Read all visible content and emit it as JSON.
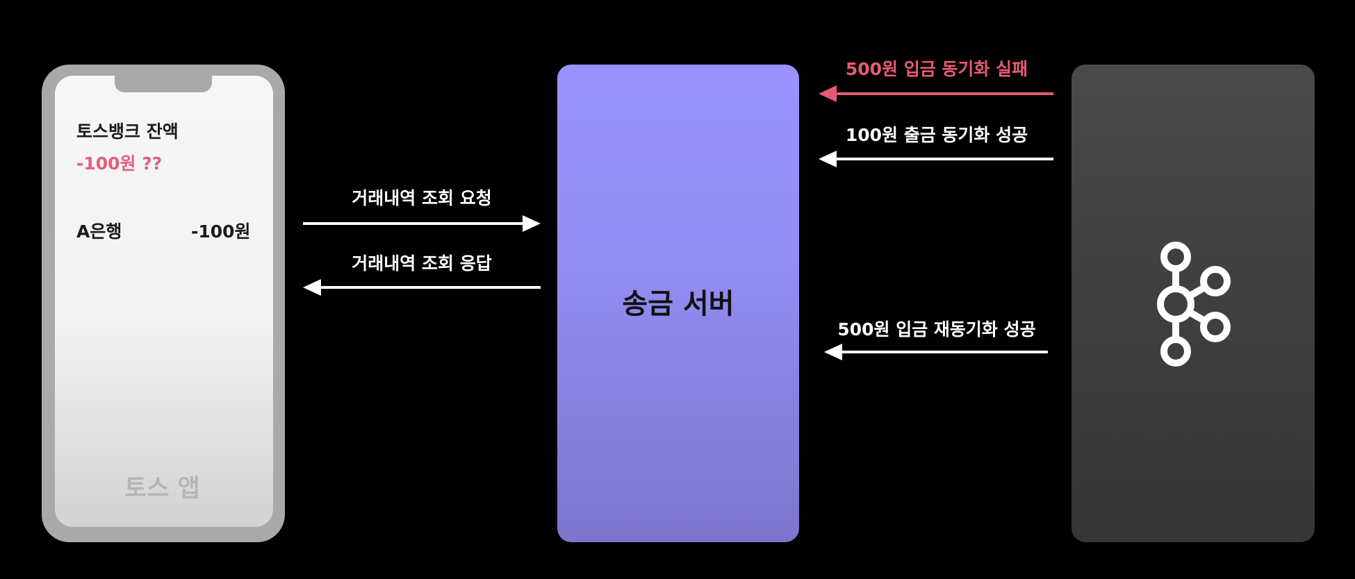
{
  "phone": {
    "balance_title": "토스뱅크 잔액",
    "balance_value": "-100원 ??",
    "bank_name": "A은행",
    "bank_amount": "-100원",
    "footer": "토스 앱"
  },
  "server": {
    "label": "송금 서버"
  },
  "arrows": {
    "request": "거래내역 조회 요청",
    "response": "거래내역 조회 응답",
    "deposit_fail": "500원 입금 동기화 실패",
    "withdraw_success": "100원 출금 동기화 성공",
    "resync_success": "500원 입금 재동기화 성공"
  },
  "colors": {
    "background": "#000000",
    "server": "#9a92fb",
    "error": "#e85a73",
    "arrow": "#ffffff"
  },
  "icons": {
    "kafka": "kafka-icon"
  }
}
